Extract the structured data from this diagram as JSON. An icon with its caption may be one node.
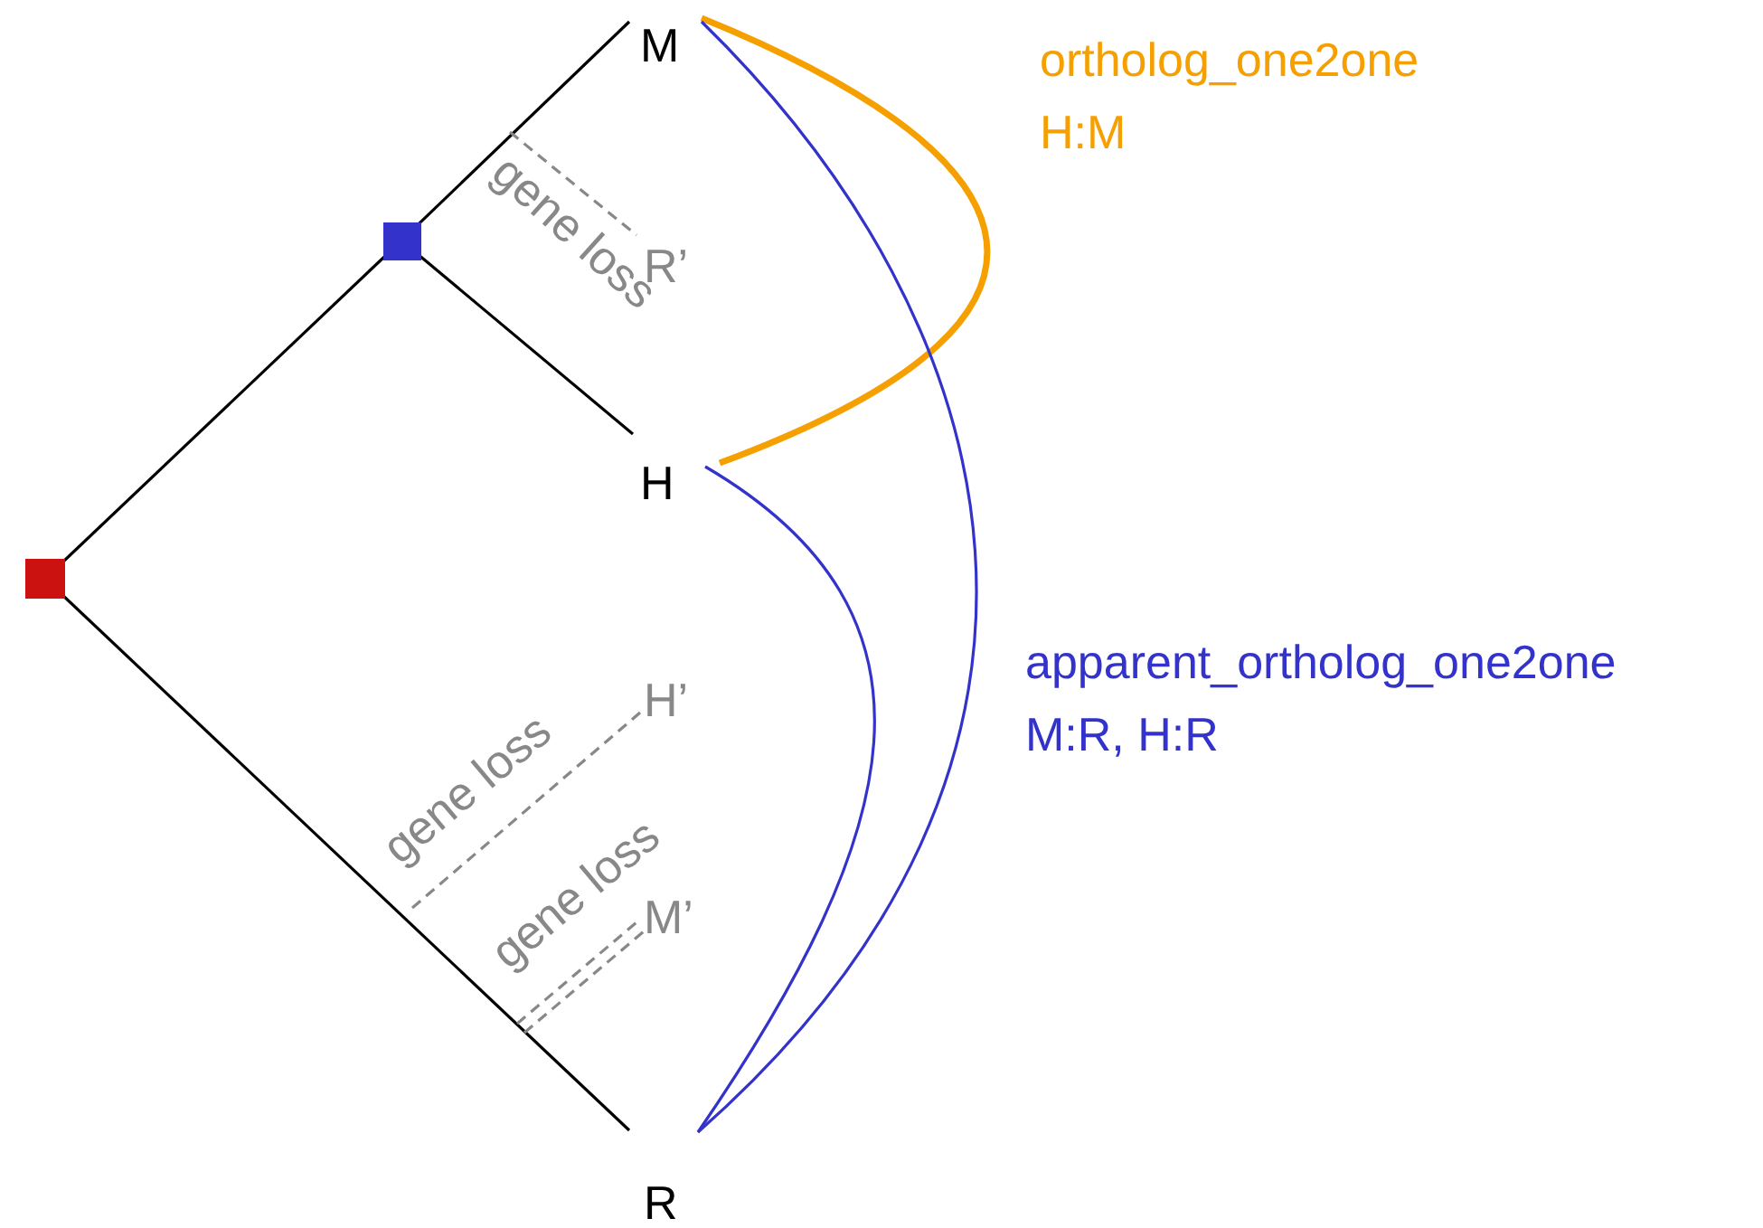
{
  "diagram": {
    "nodes": [
      {
        "text": [],
        "shape": "box"
      },
      {
        "text": [],
        "shape": "box"
      },
      {
        "text": [
          "M"
        ]
      },
      {
        "text": [
          "R’"
        ]
      },
      {
        "text": [
          "H"
        ]
      },
      {
        "text": [
          "H’"
        ]
      },
      {
        "text": [
          "M’"
        ]
      },
      {
        "text": [
          "R"
        ]
      }
    ],
    "edges": [
      {
        "from": 0,
        "to": 1,
        "arrow": "none"
      },
      {
        "from": 1,
        "to": 2,
        "arrow": "none"
      },
      {
        "from": 1,
        "to": 4,
        "arrow": "none"
      },
      {
        "from": 0,
        "to": 7,
        "arrow": "none"
      },
      {
        "from": null,
        "to": 3,
        "arrow": "none",
        "style": "dashed",
        "color": "#888888",
        "label": "gene loss"
      },
      {
        "from": null,
        "to": 5,
        "arrow": "none",
        "style": "dashed",
        "color": "#888888",
        "label": "gene loss"
      },
      {
        "from": null,
        "to": 6,
        "arrow": "none",
        "style": "dashed",
        "color": "#888888",
        "label": "gene loss"
      },
      {
        "from": 2,
        "to": 4,
        "arrow": "none",
        "style": "thick",
        "color": "#f5a000"
      },
      {
        "from": 2,
        "to": 7,
        "arrow": "none",
        "color": "#3333cc"
      },
      {
        "from": 4,
        "to": 7,
        "arrow": "none",
        "color": "#3333cc"
      }
    ],
    "labels": [
      "ortholog_one2one",
      "H:M",
      "apparent_ortholog_one2one",
      "M:R, H:R"
    ]
  }
}
